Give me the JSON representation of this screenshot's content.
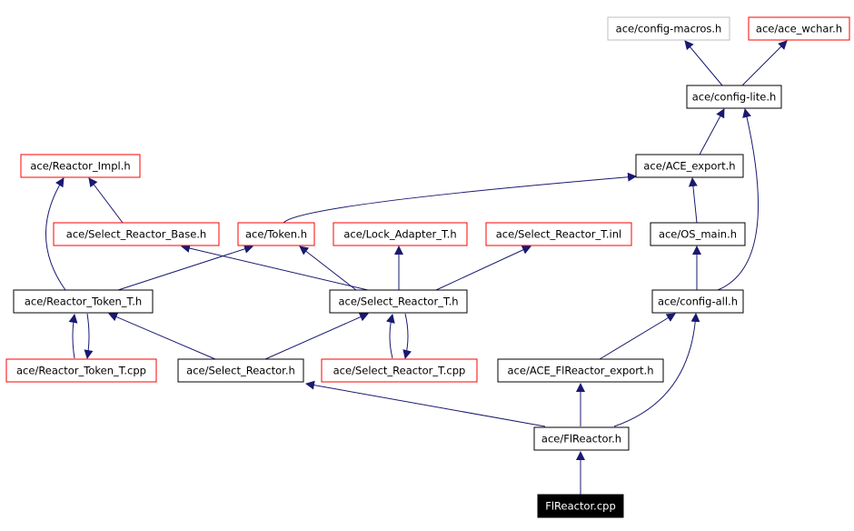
{
  "colors": {
    "edge": "#191970",
    "box_black": "#000000",
    "box_red": "#ff0000",
    "box_gray": "#bfbfbf",
    "box_filled": "#000000",
    "text_default": "#000000",
    "text_filled": "#ffffff"
  },
  "nodes": [
    {
      "id": "config_macros",
      "label": "ace/config-macros.h",
      "style": "gray"
    },
    {
      "id": "ace_wchar",
      "label": "ace/ace_wchar.h",
      "style": "red"
    },
    {
      "id": "config_lite",
      "label": "ace/config-lite.h",
      "style": "black"
    },
    {
      "id": "reactor_impl",
      "label": "ace/Reactor_Impl.h",
      "style": "red"
    },
    {
      "id": "ace_export",
      "label": "ace/ACE_export.h",
      "style": "black"
    },
    {
      "id": "select_reactor_base",
      "label": "ace/Select_Reactor_Base.h",
      "style": "red"
    },
    {
      "id": "token",
      "label": "ace/Token.h",
      "style": "red"
    },
    {
      "id": "lock_adapter",
      "label": "ace/Lock_Adapter_T.h",
      "style": "red"
    },
    {
      "id": "select_reactor_t_inl",
      "label": "ace/Select_Reactor_T.inl",
      "style": "red"
    },
    {
      "id": "os_main",
      "label": "ace/OS_main.h",
      "style": "black"
    },
    {
      "id": "reactor_token_t_h",
      "label": "ace/Reactor_Token_T.h",
      "style": "black"
    },
    {
      "id": "select_reactor_t_h",
      "label": "ace/Select_Reactor_T.h",
      "style": "black"
    },
    {
      "id": "config_all",
      "label": "ace/config-all.h",
      "style": "black"
    },
    {
      "id": "reactor_token_t_cpp",
      "label": "ace/Reactor_Token_T.cpp",
      "style": "red"
    },
    {
      "id": "select_reactor_h",
      "label": "ace/Select_Reactor.h",
      "style": "black"
    },
    {
      "id": "select_reactor_t_cpp",
      "label": "ace/Select_Reactor_T.cpp",
      "style": "red"
    },
    {
      "id": "flreactor_export",
      "label": "ace/ACE_FlReactor_export.h",
      "style": "black"
    },
    {
      "id": "flreactor_h",
      "label": "ace/FlReactor.h",
      "style": "black"
    },
    {
      "id": "flreactor_cpp",
      "label": "FlReactor.cpp",
      "style": "filled"
    }
  ],
  "edges": [
    {
      "from": "flreactor_cpp",
      "to": "flreactor_h"
    },
    {
      "from": "flreactor_h",
      "to": "select_reactor_h"
    },
    {
      "from": "flreactor_h",
      "to": "flreactor_export"
    },
    {
      "from": "flreactor_h",
      "to": "config_all"
    },
    {
      "from": "flreactor_export",
      "to": "config_all"
    },
    {
      "from": "config_all",
      "to": "os_main"
    },
    {
      "from": "config_all",
      "to": "config_lite"
    },
    {
      "from": "os_main",
      "to": "ace_export"
    },
    {
      "from": "ace_export",
      "to": "config_lite"
    },
    {
      "from": "config_lite",
      "to": "config_macros"
    },
    {
      "from": "config_lite",
      "to": "ace_wchar"
    },
    {
      "from": "select_reactor_h",
      "to": "reactor_token_t_h"
    },
    {
      "from": "select_reactor_h",
      "to": "select_reactor_t_h"
    },
    {
      "from": "reactor_token_t_h",
      "to": "reactor_impl"
    },
    {
      "from": "reactor_token_t_h",
      "to": "token"
    },
    {
      "from": "reactor_token_t_h",
      "to": "reactor_token_t_cpp"
    },
    {
      "from": "reactor_token_t_cpp",
      "to": "reactor_token_t_h"
    },
    {
      "from": "select_reactor_base",
      "to": "reactor_impl"
    },
    {
      "from": "token",
      "to": "ace_export"
    },
    {
      "from": "select_reactor_t_h",
      "to": "select_reactor_base"
    },
    {
      "from": "select_reactor_t_h",
      "to": "token"
    },
    {
      "from": "select_reactor_t_h",
      "to": "lock_adapter"
    },
    {
      "from": "select_reactor_t_h",
      "to": "select_reactor_t_inl"
    },
    {
      "from": "select_reactor_t_h",
      "to": "select_reactor_t_cpp"
    },
    {
      "from": "select_reactor_t_cpp",
      "to": "select_reactor_t_h"
    }
  ]
}
